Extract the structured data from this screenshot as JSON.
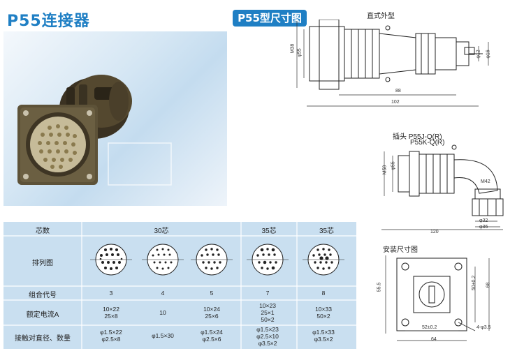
{
  "left_title": "P55连接器",
  "right_title": "P55型尺寸图",
  "straight": {
    "label": "直式外型",
    "dims": {
      "m": "M38",
      "phi": "φ55",
      "l1": "88",
      "l2": "102",
      "d1": "φ12",
      "d2": "φ16"
    }
  },
  "plug": {
    "label_prefix": "插头",
    "model1": "P55J-Q(R)",
    "model2": "P55K-Q(R)",
    "dims": {
      "m": "M58",
      "phi": "φ55",
      "m42": "M42",
      "d32": "φ32",
      "d36": "φ36",
      "len": "120"
    }
  },
  "mount": {
    "label": "安装尺寸图",
    "dims": {
      "h1": "55.5",
      "h2": "50±0.2",
      "h3": "68",
      "w1": "52±0.2",
      "w2": "64",
      "holes": "4-φ3.5"
    }
  },
  "table": {
    "row_labels": [
      "芯数",
      "排列图",
      "组合代号",
      "额定电流A",
      "接触对直径、数量"
    ],
    "header": {
      "group30": "30芯",
      "c35a": "35芯",
      "c35b": "35芯"
    },
    "codes": [
      "3",
      "4",
      "5",
      "7",
      "8"
    ],
    "currents": [
      [
        "10×22",
        "25×8"
      ],
      [
        "10"
      ],
      [
        "10×24",
        "25×6"
      ],
      [
        "10×23",
        "25×1",
        "50×2"
      ],
      [
        "10×33",
        "50×2"
      ]
    ],
    "contacts": [
      [
        "φ1.5×22",
        "φ2.5×8"
      ],
      [
        "φ1.5×30"
      ],
      [
        "φ1.5×24",
        "φ2.5×6"
      ],
      [
        "φ1.5×23",
        "φ2.5×10",
        "φ3.5×2"
      ],
      [
        "φ1.5×33",
        "φ3.5×2"
      ]
    ]
  }
}
